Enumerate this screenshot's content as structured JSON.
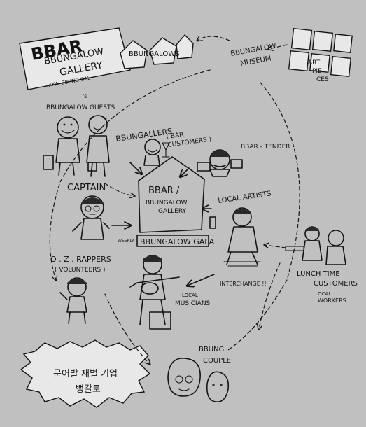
{
  "logo": {
    "mark": "BBAR",
    "line1": "BBUNGALOW",
    "line2": "GALLERY",
    "aka": "AKA: BBUNG GAL"
  },
  "labels": {
    "house_tag": "BBUNGALOWS",
    "museum_line1": "BBUNGALOW",
    "museum_line2": "MUSEUM",
    "art_pieces": [
      "ART",
      "PIE",
      "CES"
    ],
    "guests_prefix": "BBUNGALOW",
    "guests_small": "'s",
    "guests": "GUESTS",
    "bbungallers": "BBUNGALLERS",
    "bar_customers_1": "( BAR",
    "bar_customers_2": "CUSTOMERS )",
    "bartender": "BBAR - TENDER",
    "captain": "CAPTAIN",
    "center_1": "BBAR /",
    "center_2": "BBUNGALOW",
    "center_3": "GALLERY",
    "local_artists": "LOCAL ARTISTS",
    "weekly": "WEEKLY",
    "gala": "BBUNGALOW GALA",
    "rappers": "O . Z . RAPPERS",
    "volunteers": "( VOLUNTEERS )",
    "interchange": "INTERCHANGE !!",
    "musicians_1": "LOCAL",
    "musicians_2": "MUSICIANS",
    "lunch_1": "LUNCH TIME",
    "lunch_2": "CUSTOMERS",
    "workers_1": ". LOCAL",
    "workers_2": "WORKERS",
    "couple_1": "BBUNG",
    "couple_2": "COUPLE",
    "korean_1": "문어발 재벌 기업",
    "korean_2": "뻥갈로"
  }
}
